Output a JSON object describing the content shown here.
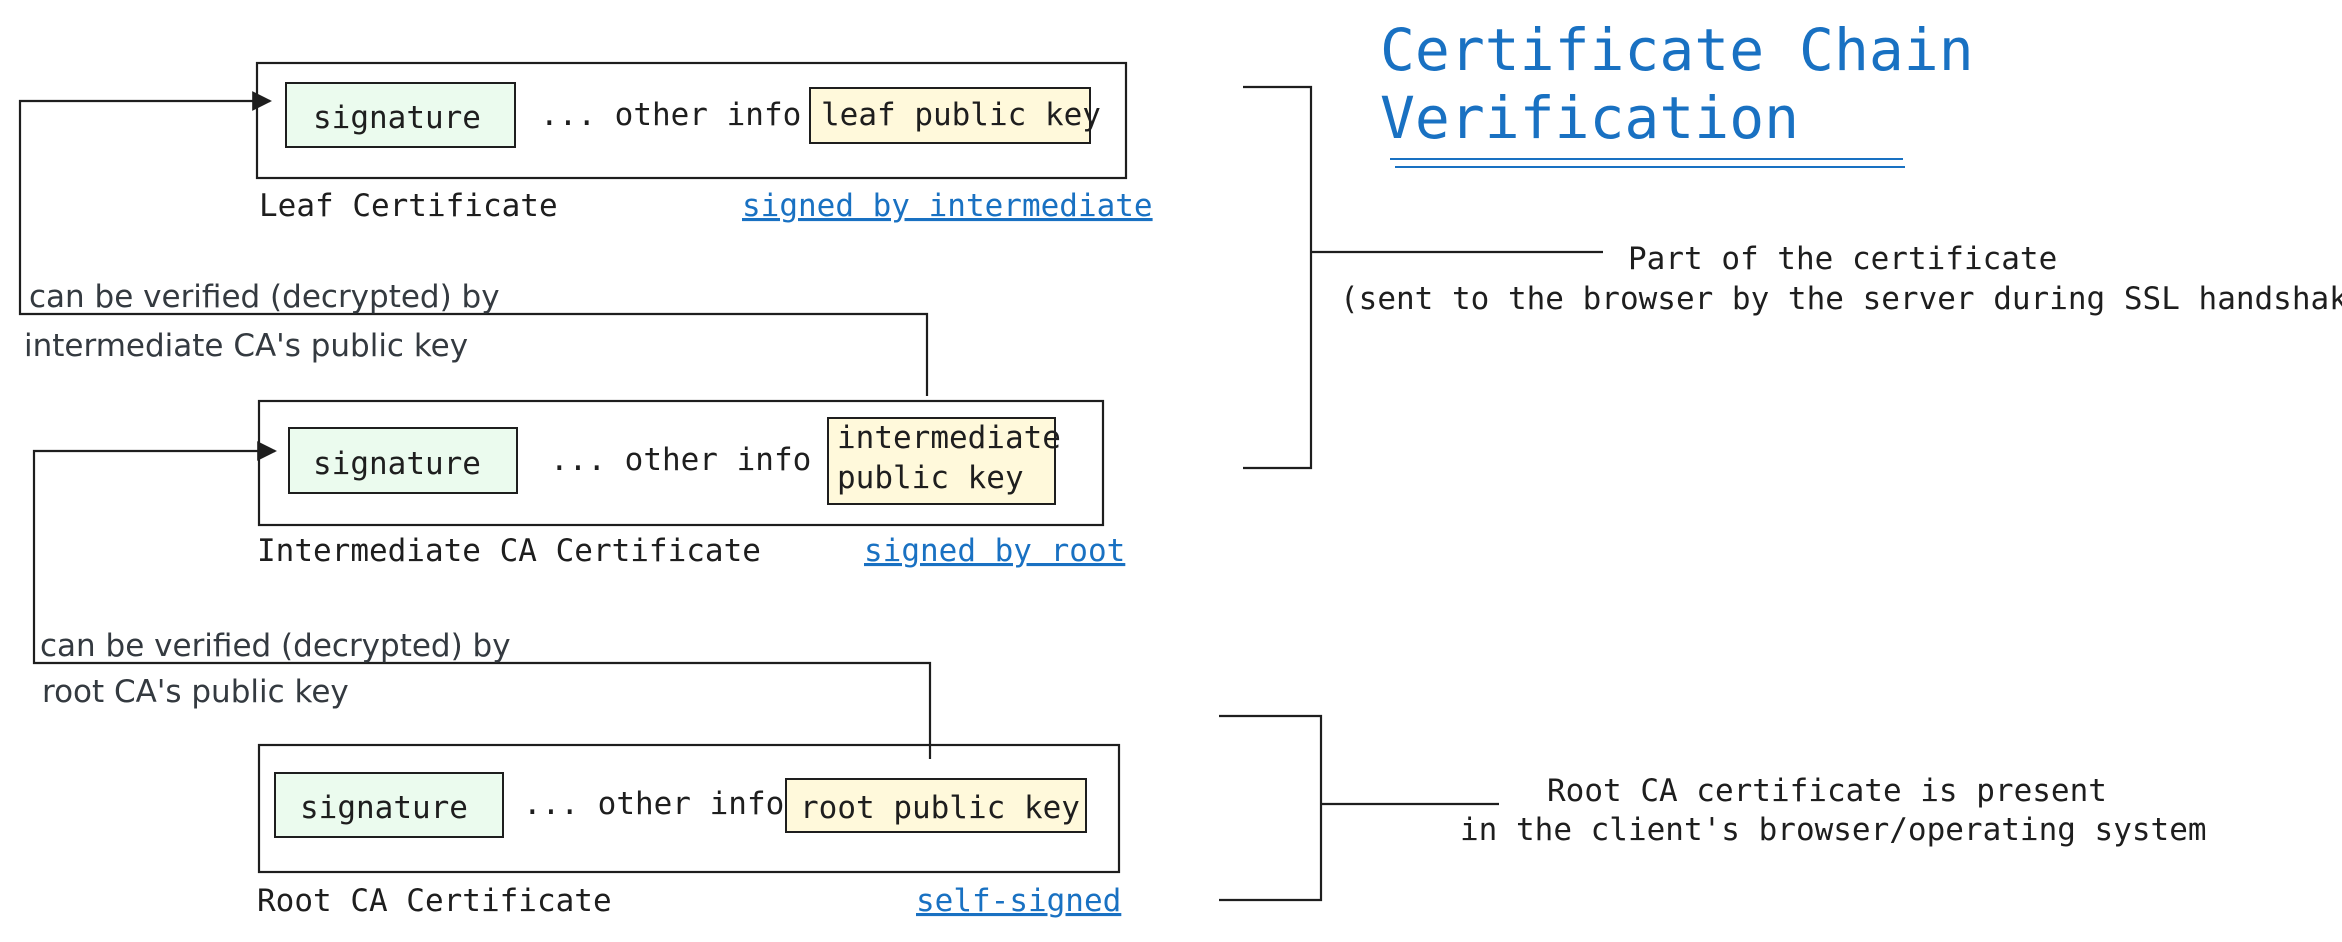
{
  "title": {
    "line1": "Certificate Chain",
    "line2": "Verification"
  },
  "colors": {
    "accent": "#1971c2",
    "signature_fill": "#ebfbee",
    "key_fill": "#fff9db",
    "stroke": "#1e1e1e"
  },
  "certificates": {
    "leaf": {
      "signature": "signature",
      "other": "... other info",
      "key": "leaf public key",
      "label": "Leaf Certificate",
      "signed_by": "signed by intermediate"
    },
    "intermediate": {
      "signature": "signature",
      "other": "... other info",
      "key_line1": "intermediate",
      "key_line2": "public key",
      "label": "Intermediate CA Certificate",
      "signed_by": "signed by root"
    },
    "root": {
      "signature": "signature",
      "other": "... other info",
      "key": "root public key",
      "label": "Root CA Certificate",
      "signed_by": "self-signed"
    }
  },
  "verify_notes": {
    "leaf": {
      "line1": "can be verified (decrypted) by",
      "line2": "intermediate CA's public key"
    },
    "intermediate": {
      "line1": "can be verified (decrypted) by",
      "line2": "root CA's public key"
    }
  },
  "brace_notes": {
    "chain": {
      "line1": "Part of the certificate",
      "line2": "(sent to the browser by the server during SSL handshake)"
    },
    "root": {
      "line1": "Root CA certificate is present",
      "line2": "in the client's browser/operating system"
    }
  }
}
